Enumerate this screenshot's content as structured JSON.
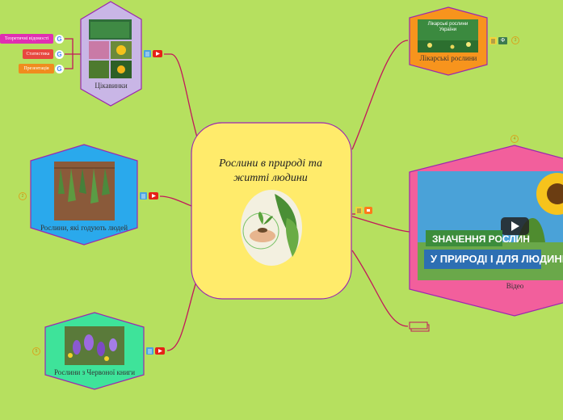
{
  "center": {
    "title": "Рослини в природі та житті людини"
  },
  "nodes": {
    "cikavynky": {
      "label": "Цікавинки",
      "links": [
        {
          "label": "Теоретичні відомості",
          "color": "#e02fb2"
        },
        {
          "label": "Статистика",
          "color": "#e8473f"
        },
        {
          "label": "Презентація",
          "color": "#f08c1e"
        }
      ]
    },
    "likarski": {
      "label": "Лікарські рослини",
      "thumb_title": "Лікарські рослини України",
      "number": "3"
    },
    "godujut": {
      "label": "Рослини, які годують людей",
      "number": "2"
    },
    "video": {
      "label": "Відео",
      "number": "4",
      "line1": "ЗНАЧЕННЯ РОСЛИН",
      "line2": "У ПРИРОДІ І ДЛЯ ЛЮДИНИ"
    },
    "chervona": {
      "label": "Рослини з Червоної книги",
      "number": "5"
    }
  },
  "icons": {
    "google": "G",
    "video_play": "▶",
    "doc_type": "Ф"
  },
  "colors": {
    "background": "#b6e05f",
    "center": "#ffeb6b",
    "cikavynky": "#c9b6e6",
    "likarski": "#f7941d",
    "godujut": "#2aa9ec",
    "video": "#f25f9c",
    "chervona": "#3ee39a",
    "connector": "#c2185b"
  }
}
